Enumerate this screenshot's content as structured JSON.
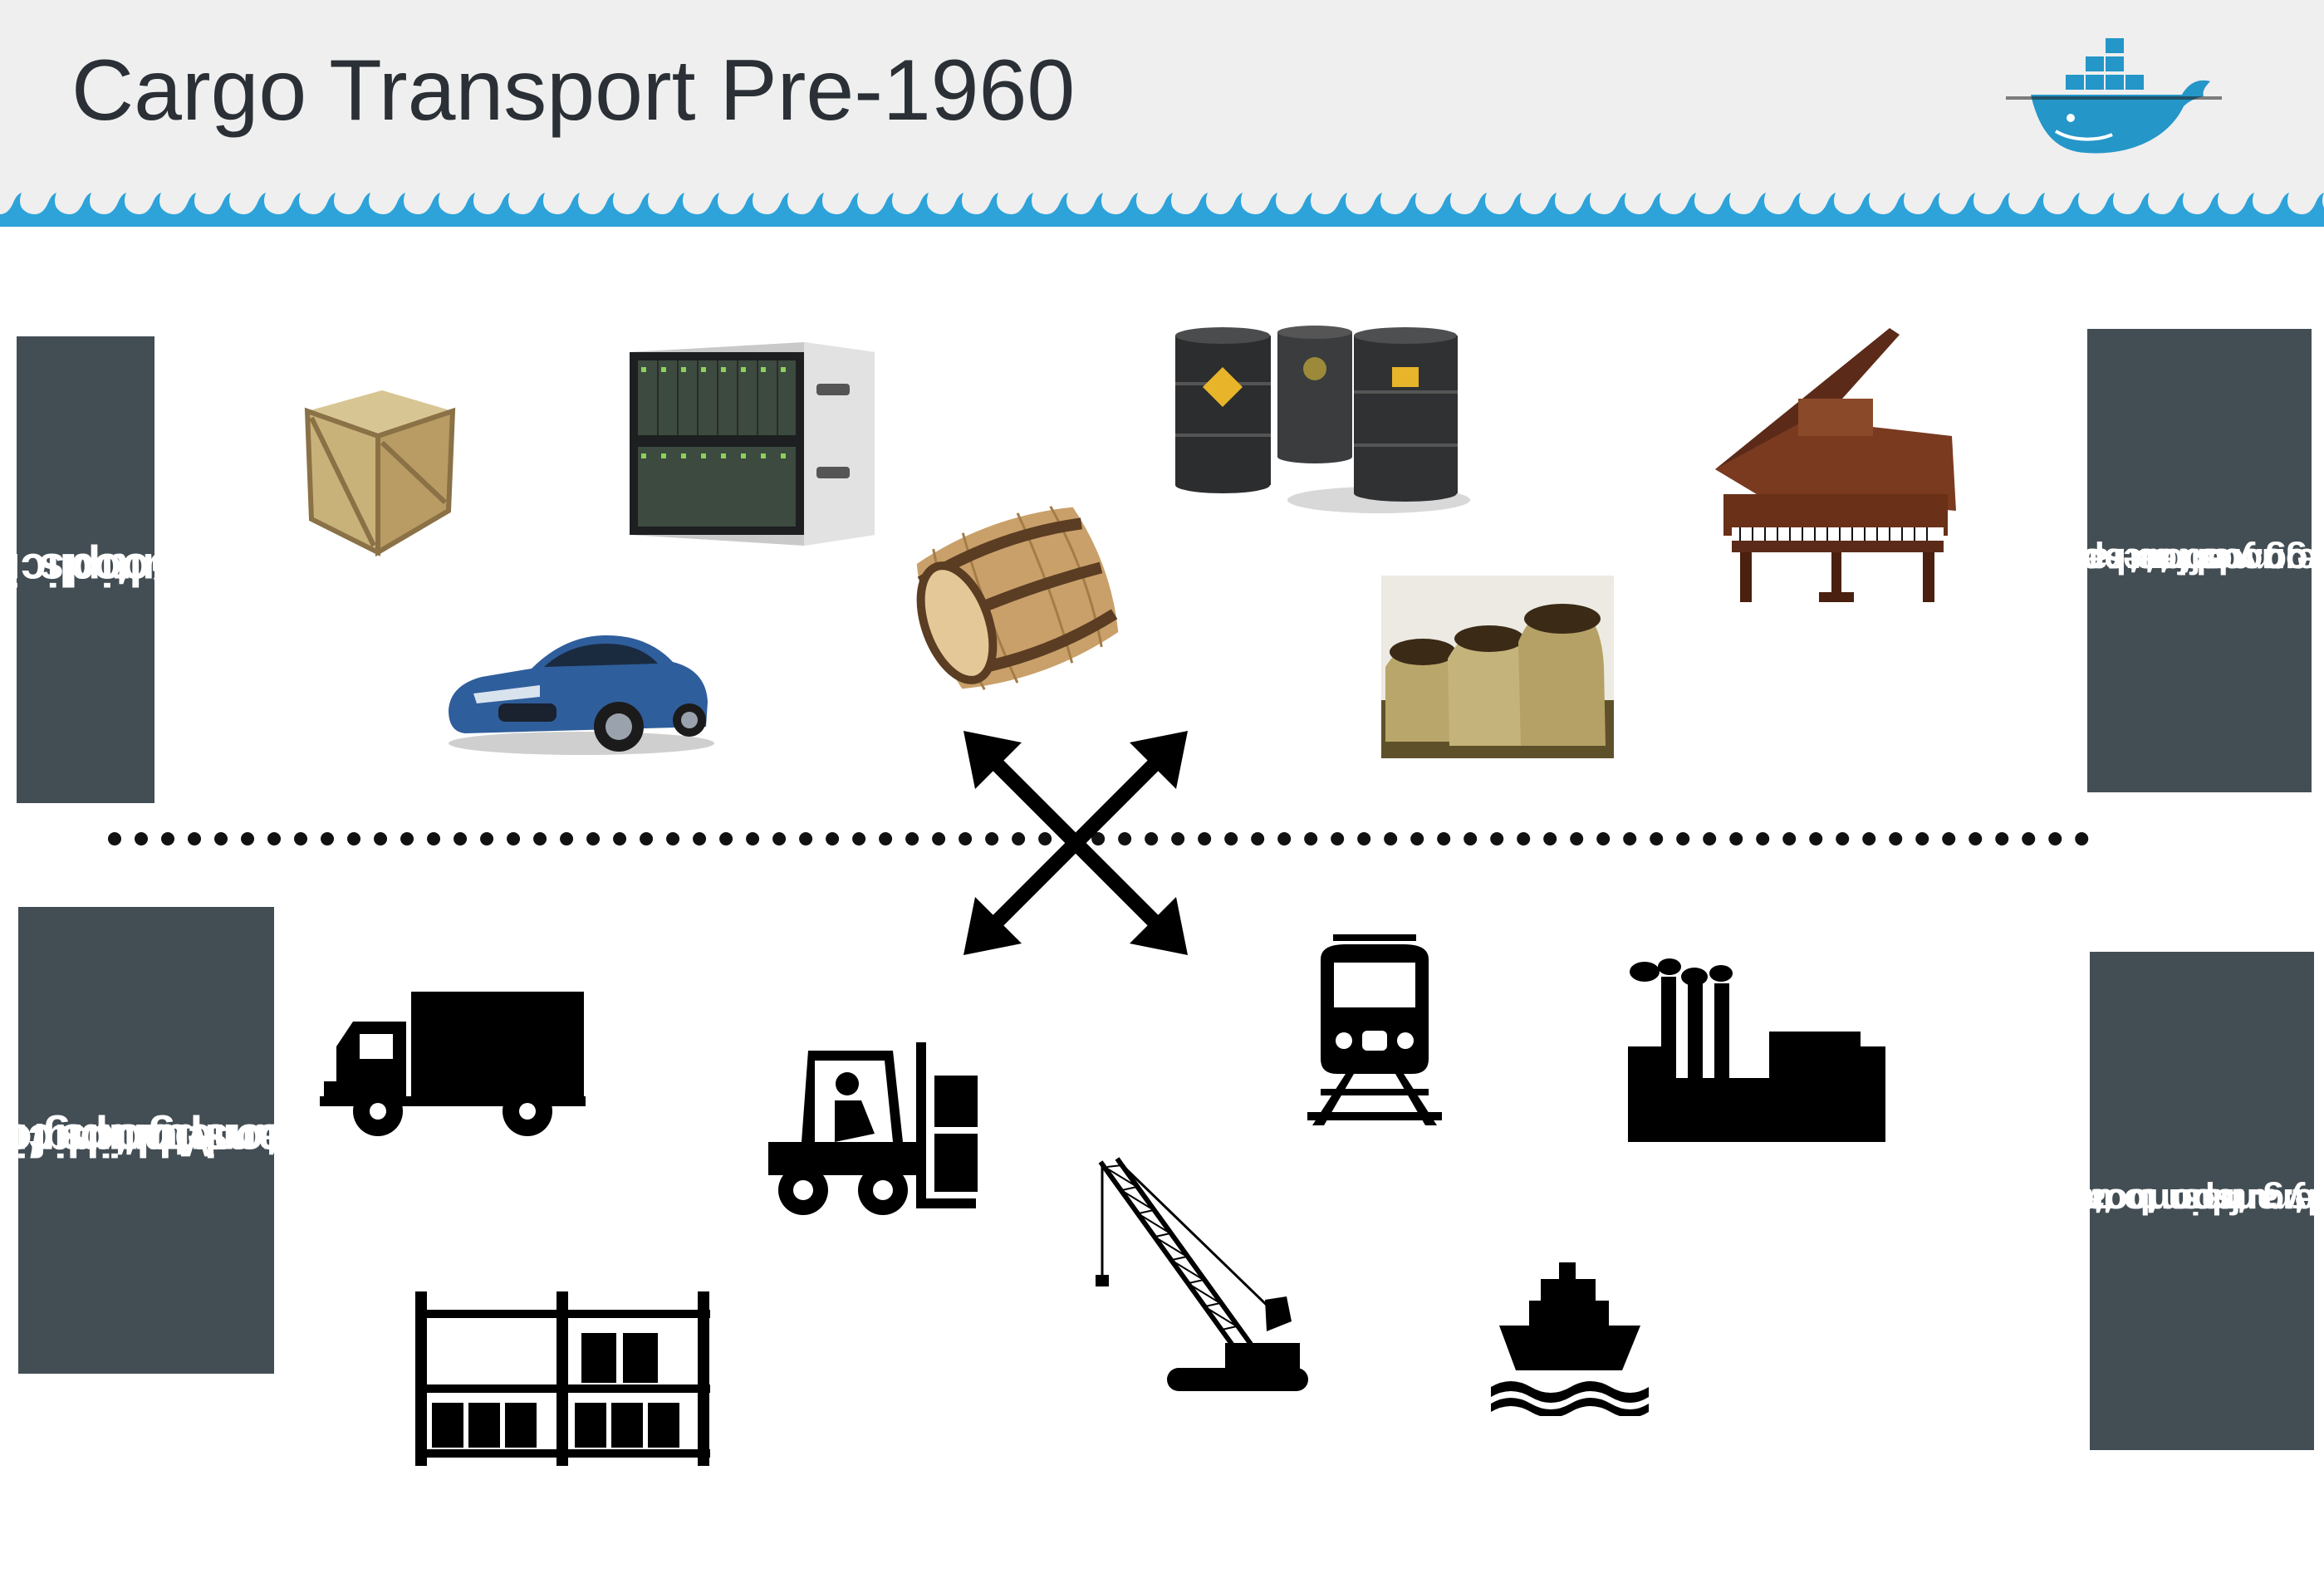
{
  "slide": {
    "title": "Cargo Transport Pre-1960"
  },
  "labels": {
    "goods": [
      "Multiplicity of",
      "Goods"
    ],
    "methods": [
      "Multiplicity of",
      "methods for",
      "transporting/",
      "storing"
    ],
    "worry": [
      "Do I worry about",
      "how goods interact",
      "(e.g. coffee beans",
      "next to spices)"
    ],
    "transport": [
      "Can I transport",
      "quickly and smoothly",
      "(e.g. from boat to",
      "train to truck)"
    ]
  },
  "goods_icons": [
    "wooden-crate",
    "server-rack",
    "oil-drums",
    "wooden-barrel",
    "grand-piano",
    "sports-car",
    "coffee-sacks"
  ],
  "method_icons": [
    "truck",
    "forklift",
    "train",
    "factory",
    "crane",
    "ship",
    "warehouse-shelves"
  ],
  "colors": {
    "header_bg": "#efefef",
    "label_box": "#434d54",
    "wave_blue": "#2da3d9",
    "logo_blue": "#2496c8"
  }
}
